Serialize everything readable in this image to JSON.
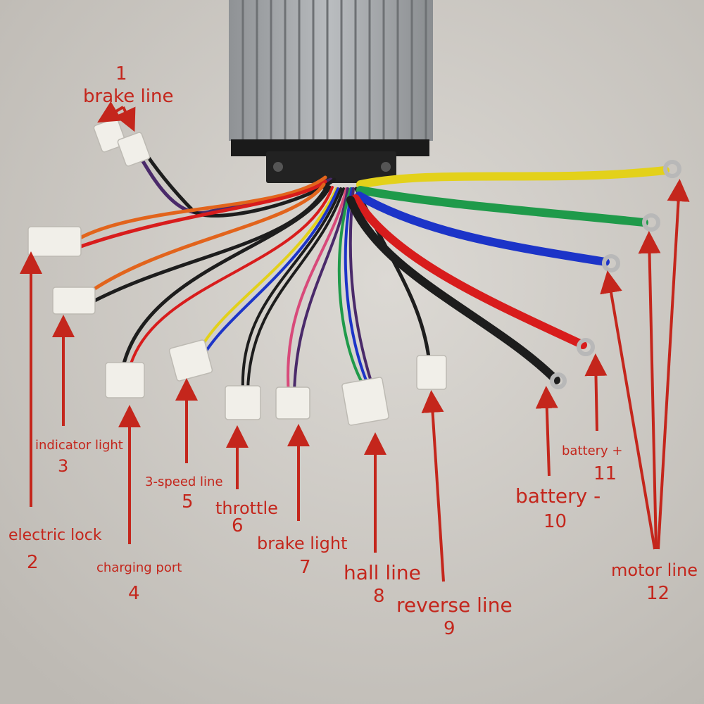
{
  "callouts": [
    {
      "number": "1",
      "label": "brake line"
    },
    {
      "number": "2",
      "label": "electric lock"
    },
    {
      "number": "3",
      "label": "indicator light"
    },
    {
      "number": "4",
      "label": "charging port"
    },
    {
      "number": "5",
      "label": "3-speed line"
    },
    {
      "number": "6",
      "label": "throttle"
    },
    {
      "number": "7",
      "label": "brake light"
    },
    {
      "number": "8",
      "label": "hall line"
    },
    {
      "number": "9",
      "label": "reverse line"
    },
    {
      "number": "10",
      "label": "battery -"
    },
    {
      "number": "11",
      "label": "battery +"
    },
    {
      "number": "12",
      "label": "motor line"
    }
  ],
  "colors": {
    "annotation": "#c4261c",
    "wire_yellow": "#e3d11a",
    "wire_green": "#1f9a4a",
    "wire_blue": "#1c34c8",
    "wire_red": "#d81c1c",
    "wire_black": "#1d1d1d",
    "wire_orange": "#e2641c",
    "wire_purple": "#4a2a6a"
  }
}
